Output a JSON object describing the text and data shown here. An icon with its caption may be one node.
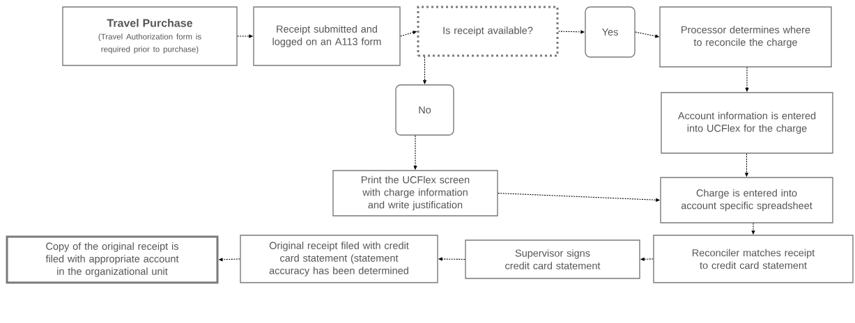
{
  "diagram": {
    "nodes": [
      {
        "text": [
          "Travel Purchase",
          "(Travel Authorization form is required prior to purchase)"
        ]
      },
      {
        "text": [
          "Receipt submitted and logged on an A113 form"
        ]
      },
      {
        "text": [
          "Is receipt available?"
        ]
      },
      {
        "text": [
          "Yes"
        ]
      },
      {
        "text": [
          "Processor determines where to reconcile the charge"
        ]
      },
      {
        "text": [
          "No"
        ]
      },
      {
        "text": [
          "Account information is entered into UCFlex for the charge"
        ]
      },
      {
        "text": [
          "Print the UCFlex screen with charge information and write justification"
        ]
      },
      {
        "text": [
          "Charge is entered into account specific spreadsheet"
        ]
      },
      {
        "text": [
          "Reconciler matches receipt to credit card statement"
        ]
      },
      {
        "text": [
          "Supervisor signs credit card statement"
        ]
      },
      {
        "text": [
          "Original receipt filed with credit card statement (statement accuracy has been determined"
        ]
      },
      {
        "text": [
          "Copy of the original receipt is filed with appropriate account in the organizational unit"
        ]
      }
    ],
    "edges": [
      {
        "from": 0,
        "to": 1,
        "arrow": "to"
      },
      {
        "from": 1,
        "to": 2,
        "arrow": "to"
      },
      {
        "from": 2,
        "to": 3,
        "arrow": "to"
      },
      {
        "from": 3,
        "to": 4,
        "arrow": "to"
      },
      {
        "from": 2,
        "to": 5,
        "arrow": "to"
      },
      {
        "from": 4,
        "to": 6,
        "arrow": "to"
      },
      {
        "from": 5,
        "to": 7,
        "arrow": "to"
      },
      {
        "from": 6,
        "to": 8,
        "arrow": "to"
      },
      {
        "from": 7,
        "to": 8,
        "arrow": "to"
      },
      {
        "from": 8,
        "to": 9,
        "arrow": "to"
      },
      {
        "from": 9,
        "to": 10,
        "arrow": "to"
      },
      {
        "from": 10,
        "to": 11,
        "arrow": "to"
      },
      {
        "from": 11,
        "to": 12,
        "arrow": "to"
      }
    ]
  }
}
